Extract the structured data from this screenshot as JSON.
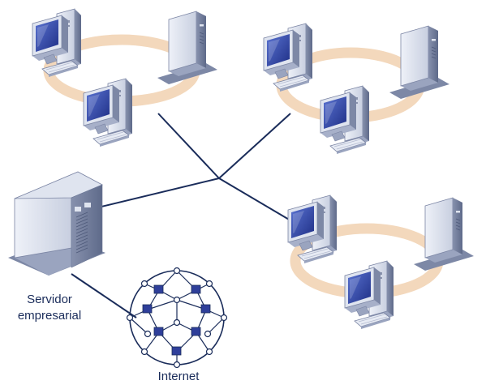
{
  "labels": {
    "servidor_line1": "Servidor",
    "servidor_line2": "empresarial",
    "internet": "Internet"
  },
  "nodes": {
    "lans": 3,
    "workstations_per_lan": 2,
    "servers_per_lan": 1
  },
  "colors": {
    "cable": "#1a2c5a",
    "lan_ring": "#f4dcc4",
    "device_light": "#e4e8f2",
    "device_mid": "#b7bfd4",
    "device_dark": "#6e7a99",
    "screen": "#2f3f9a",
    "label": "#1a2c5a"
  }
}
